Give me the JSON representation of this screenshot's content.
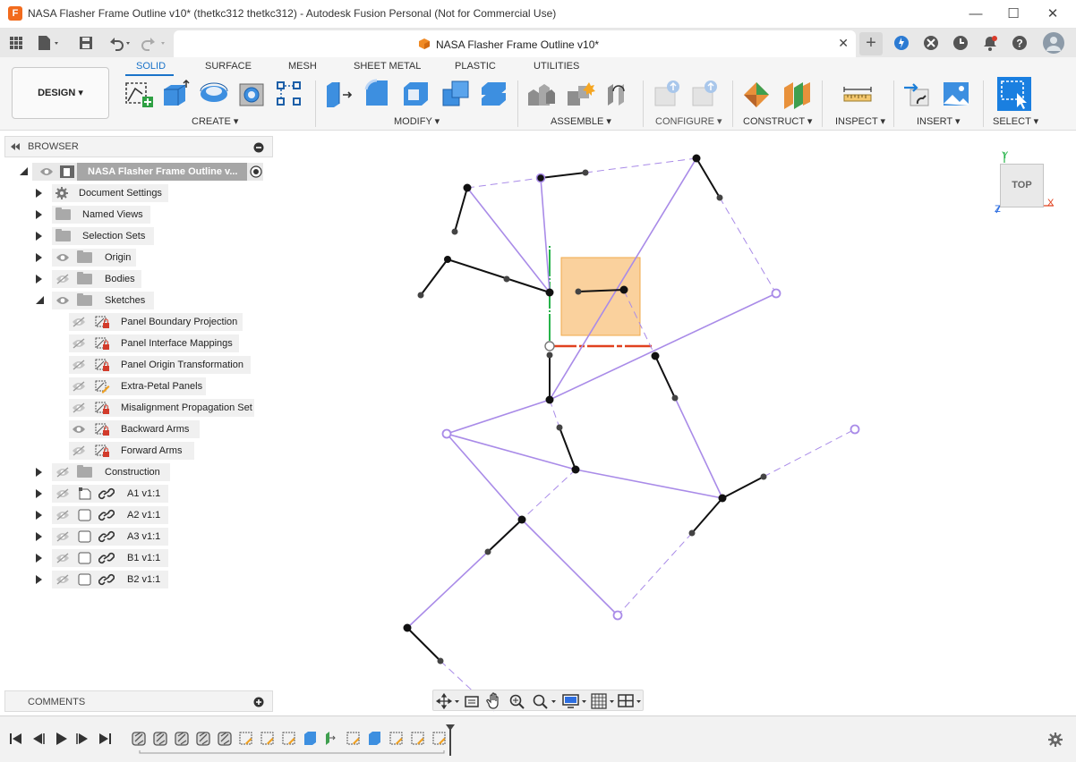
{
  "window": {
    "title": "NASA Flasher Frame Outline v10* (thetkc312 thetkc312) - Autodesk Fusion Personal (Not for Commercial Use)",
    "logo_letter": "F",
    "minimize_glyph": "—",
    "maximize_glyph": "☐",
    "close_glyph": "✕"
  },
  "doc_tab": {
    "label": "NASA Flasher Frame Outline v10*",
    "close_glyph": "✕",
    "icon": "orange-cube-icon"
  },
  "workspace_tabs": [
    "SOLID",
    "SURFACE",
    "MESH",
    "SHEET METAL",
    "PLASTIC",
    "UTILITIES"
  ],
  "design_button": "DESIGN ▾",
  "tool_groups": [
    {
      "label": "CREATE ▾"
    },
    {
      "label": "MODIFY ▾"
    },
    {
      "label": "ASSEMBLE ▾"
    },
    {
      "label": "CONFIGURE ▾"
    },
    {
      "label": "CONSTRUCT ▾"
    },
    {
      "label": "INSPECT ▾"
    },
    {
      "label": "INSERT ▾"
    },
    {
      "label": "SELECT ▾"
    }
  ],
  "browser": {
    "title": "BROWSER",
    "root_label": "NASA Flasher Frame Outline v...",
    "items": [
      {
        "label": "Document Settings"
      },
      {
        "label": "Named Views"
      },
      {
        "label": "Selection Sets"
      },
      {
        "label": "Origin"
      },
      {
        "label": "Bodies"
      },
      {
        "label": "Sketches"
      }
    ],
    "sketches": [
      {
        "label": "Panel Boundary Projection"
      },
      {
        "label": "Panel Interface Mappings"
      },
      {
        "label": "Panel Origin Transformation"
      },
      {
        "label": "Extra-Petal Panels"
      },
      {
        "label": "Misalignment Propagation Set"
      },
      {
        "label": "Backward Arms"
      },
      {
        "label": "Forward Arms"
      }
    ],
    "components": [
      {
        "label": "Construction"
      },
      {
        "label": "A1 v1:1"
      },
      {
        "label": "A2 v1:1"
      },
      {
        "label": "A3 v1:1"
      },
      {
        "label": "B1 v1:1"
      },
      {
        "label": "B2 v1:1"
      }
    ]
  },
  "comments": {
    "title": "COMMENTS"
  },
  "viewcube": {
    "label": "TOP",
    "axis_x": "X",
    "axis_y": "Y",
    "axis_z": "Z"
  },
  "colors": {
    "accent": "#1a73c9",
    "sketch_purple": "#a98be8",
    "line_black": "#111111",
    "x_axis": "#e0411f",
    "y_axis": "#27b34a",
    "highlight": "#f8c27c"
  }
}
